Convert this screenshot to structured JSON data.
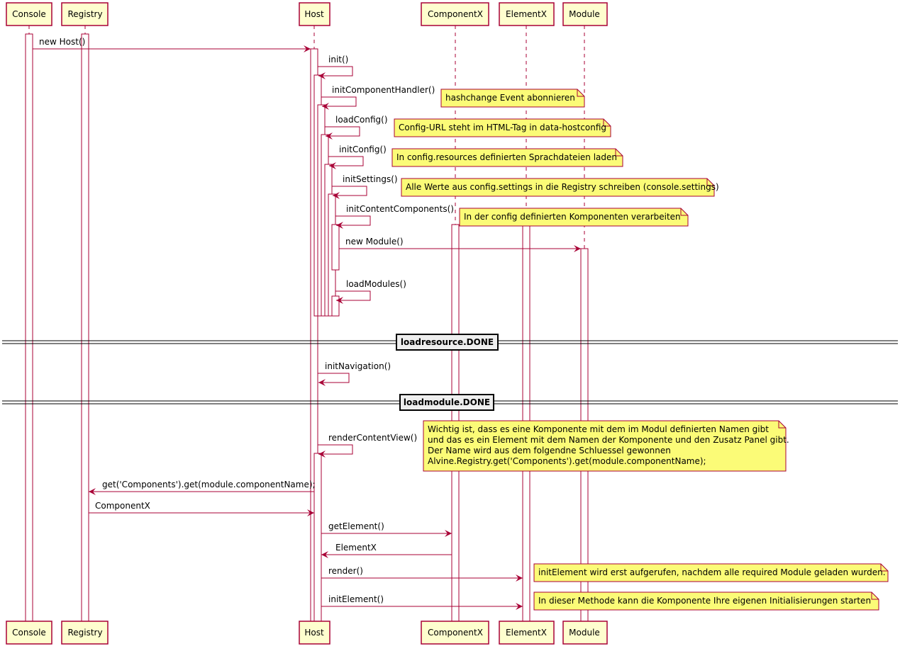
{
  "colors": {
    "participant_fill": "#FEFECE",
    "participant_border": "#A80036",
    "arrow": "#A80036",
    "lifeline": "#A80036",
    "activation_fill": "#FFFFFF",
    "note_fill": "#FBFB77",
    "note_border": "#A80036",
    "divider_fill": "#EEEEEE",
    "text": "#000000"
  },
  "participants": [
    {
      "id": "console",
      "label": "Console"
    },
    {
      "id": "registry",
      "label": "Registry"
    },
    {
      "id": "host",
      "label": "Host"
    },
    {
      "id": "componentx",
      "label": "ComponentX"
    },
    {
      "id": "elementx",
      "label": "ElementX"
    },
    {
      "id": "module",
      "label": "Module"
    }
  ],
  "messages": [
    {
      "from": "console",
      "to": "host",
      "label": "new Host()"
    },
    {
      "from": "host",
      "to": "host",
      "label": "init()"
    },
    {
      "from": "host",
      "to": "host",
      "label": "initComponentHandler()"
    },
    {
      "from": "host",
      "to": "host",
      "label": "loadConfig()"
    },
    {
      "from": "host",
      "to": "host",
      "label": "initConfig()"
    },
    {
      "from": "host",
      "to": "host",
      "label": "initSettings()"
    },
    {
      "from": "host",
      "to": "host",
      "label": "initContentComponents()"
    },
    {
      "from": "host",
      "to": "module",
      "label": "new Module()"
    },
    {
      "from": "host",
      "to": "host",
      "label": "loadModules()"
    },
    {
      "from": "host",
      "to": "host",
      "label": "initNavigation()"
    },
    {
      "from": "host",
      "to": "host",
      "label": "renderContentView()"
    },
    {
      "from": "host",
      "to": "registry",
      "label": "get('Components').get(module.componentName);"
    },
    {
      "from": "registry",
      "to": "host",
      "label": "ComponentX"
    },
    {
      "from": "host",
      "to": "componentx",
      "label": "getElement()"
    },
    {
      "from": "componentx",
      "to": "host",
      "label": "ElementX"
    },
    {
      "from": "host",
      "to": "elementx",
      "label": "render()"
    },
    {
      "from": "host",
      "to": "elementx",
      "label": "initElement()"
    }
  ],
  "notes": [
    {
      "lines": [
        "hashchange Event abonnieren"
      ]
    },
    {
      "lines": [
        "Config-URL steht im HTML-Tag in data-hostconfig"
      ]
    },
    {
      "lines": [
        "In config.resources definierten Sprachdateien laden"
      ]
    },
    {
      "lines": [
        "Alle Werte aus config.settings in die Registry schreiben (console.settings)"
      ]
    },
    {
      "lines": [
        "In der config definierten Komponenten verarbeiten"
      ]
    },
    {
      "lines": [
        "Wichtig ist, dass es eine Komponente mit dem im Modul definierten Namen gibt",
        "und das es ein Element mit dem Namen der Komponente und den Zusatz Panel gibt.",
        "Der Name wird aus dem folgendne Schluessel gewonnen",
        "Alvine.Registry.get('Components').get(module.componentName);"
      ]
    },
    {
      "lines": [
        "initElement wird erst aufgerufen, nachdem alle required Module geladen wurden."
      ]
    },
    {
      "lines": [
        "In dieser Methode kann die Komponente Ihre eigenen Initialisierungen starten"
      ]
    }
  ],
  "dividers": [
    {
      "label": "loadresource.DONE"
    },
    {
      "label": "loadmodule.DONE"
    }
  ]
}
